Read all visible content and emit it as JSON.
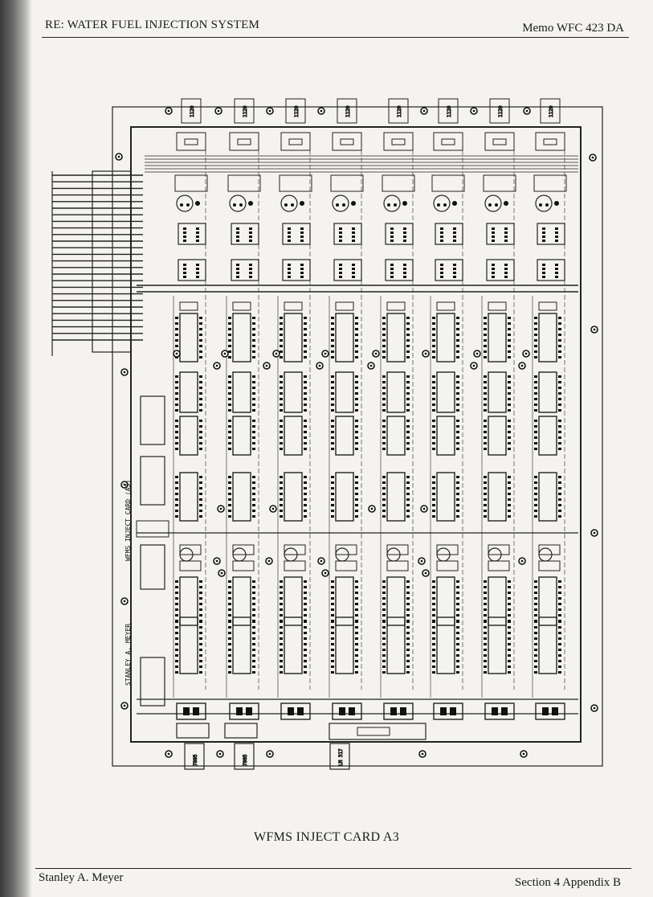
{
  "header": {
    "title": "RE: WATER FUEL INJECTION SYSTEM",
    "memo": "Memo WFC 423 DA"
  },
  "schematic": {
    "top_connector_label": "1120",
    "side_label_designer": "STANLEY A. MEYER",
    "side_label_card": "WFMS INJECT CARD (A3)",
    "regulators": [
      "7805",
      "7805",
      "LM 317"
    ],
    "columns": 8
  },
  "caption": "WFMS INJECT CARD A3",
  "footer": {
    "author": "Stanley A. Meyer",
    "section": "Section 4 Appendix B"
  }
}
